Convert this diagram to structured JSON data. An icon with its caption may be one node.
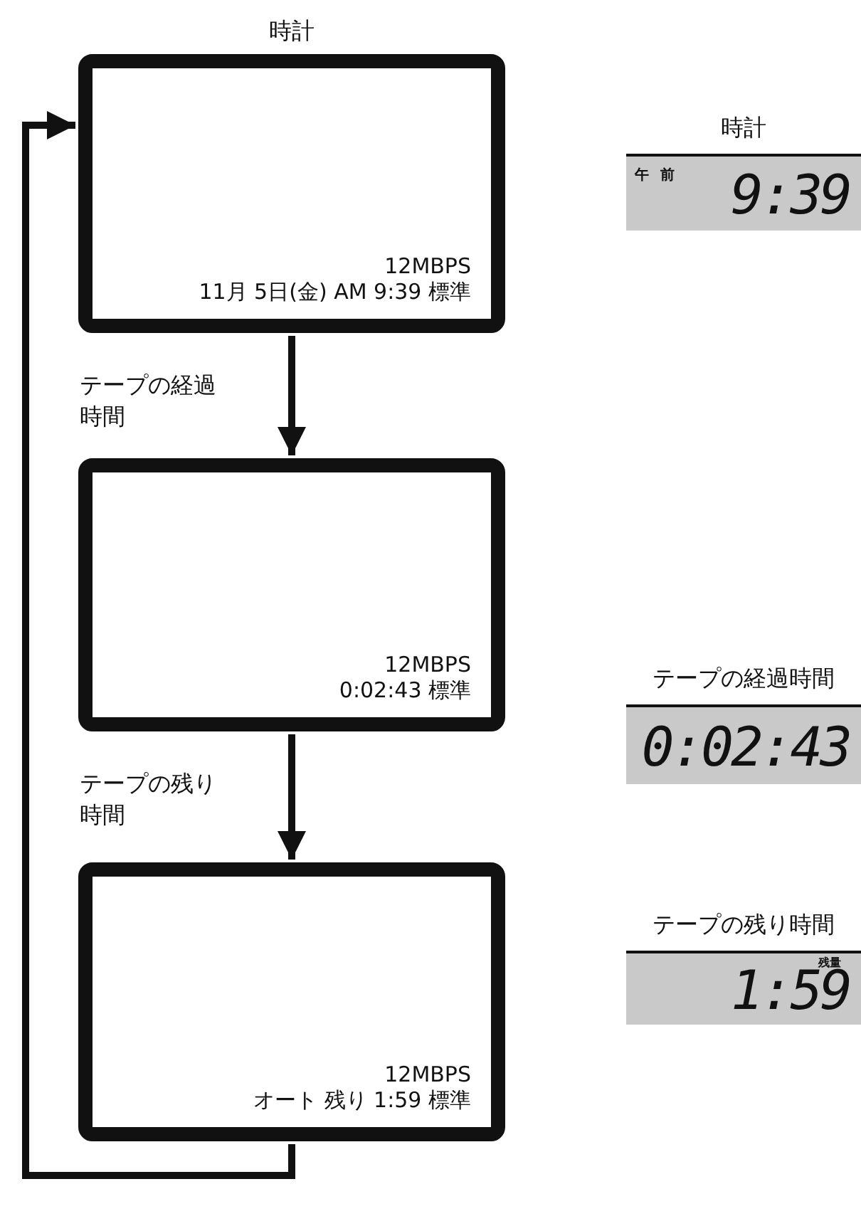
{
  "diagram": {
    "nodes": [
      {
        "text": [
          "時計",
          "12MBPS",
          "11月 5日(金) AM 9:39 標準"
        ]
      },
      {
        "text": [
          "12MBPS",
          "0:02:43 標準"
        ]
      },
      {
        "text": [
          "12MBPS",
          "オート 残り 1:59 標準"
        ]
      },
      {
        "text": [
          "時計",
          "午前",
          "9:39"
        ]
      },
      {
        "text": [
          "テープの経過時間",
          "0:02:43"
        ]
      },
      {
        "text": [
          "テープの残り時間",
          "残量",
          "1:59"
        ]
      }
    ],
    "edges": [
      {
        "from": 0,
        "to": 1,
        "arrow": "to",
        "label": "テープの経過時間"
      },
      {
        "from": 1,
        "to": 2,
        "arrow": "to",
        "label": "テープの残り時間"
      },
      {
        "from": 2,
        "to": 0,
        "arrow": "to"
      }
    ]
  }
}
